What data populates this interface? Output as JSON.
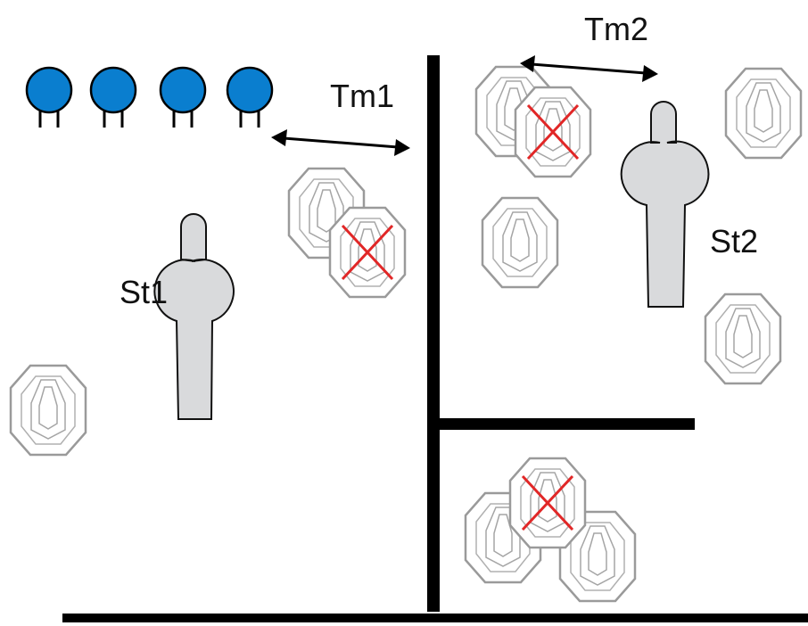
{
  "labels": {
    "tm1": "Tm1",
    "tm2": "Tm2",
    "st1": "St1",
    "st2": "St2"
  },
  "colors": {
    "wall": "#000000",
    "steel_plate": "#0a7ecf",
    "figure_fill": "#d9dadc",
    "target_outline": "#9a9a9a",
    "no_shoot_x": "#e12727"
  },
  "elements": {
    "steel_plates_count": 4,
    "paper_targets_count": 11,
    "no_shoot_count": 3
  }
}
